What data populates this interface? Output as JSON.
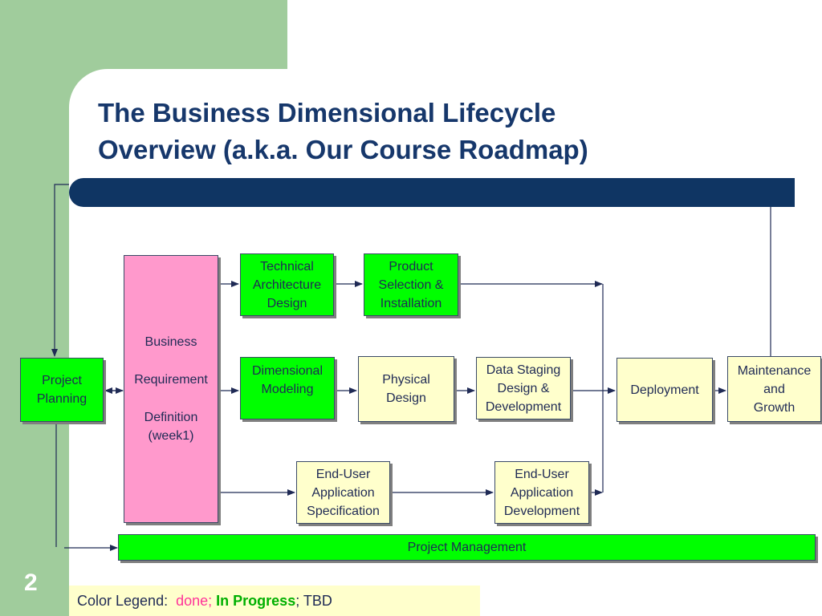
{
  "slide": {
    "title_line1": "The Business Dimensional Lifecycle",
    "title_line2": "Overview (a.k.a. Our Course Roadmap)",
    "number": "2"
  },
  "colors": {
    "done": "#ff99cc",
    "in_progress": "#00ff00",
    "tbd": "#ffffcc",
    "accent": "#16376b"
  },
  "boxes": {
    "project_planning": [
      "Project",
      "Planning"
    ],
    "business_requirement": {
      "line1": "Business",
      "line2": "Requirement",
      "line3": "Definition",
      "line4": "(week1)"
    },
    "technical_architecture": [
      "Technical",
      "Architecture",
      "Design"
    ],
    "product_selection": [
      "Product",
      "Selection &",
      "Installation"
    ],
    "dimensional_modeling": [
      "Dimensional",
      "Modeling"
    ],
    "physical_design": [
      "Physical",
      "Design"
    ],
    "data_staging": [
      "Data Staging",
      "Design &",
      "Development"
    ],
    "deployment": "Deployment",
    "maintenance": [
      "Maintenance",
      "and",
      "Growth"
    ],
    "end_user_spec": [
      "End-User",
      "Application",
      "Specification"
    ],
    "end_user_dev": [
      "End-User",
      "Application",
      "Development"
    ],
    "project_management": "Project Management"
  },
  "legend": {
    "prefix": "Color Legend:",
    "done": "done;",
    "in_progress": "In Progress",
    "separator": ";",
    "tbd": "TBD"
  }
}
